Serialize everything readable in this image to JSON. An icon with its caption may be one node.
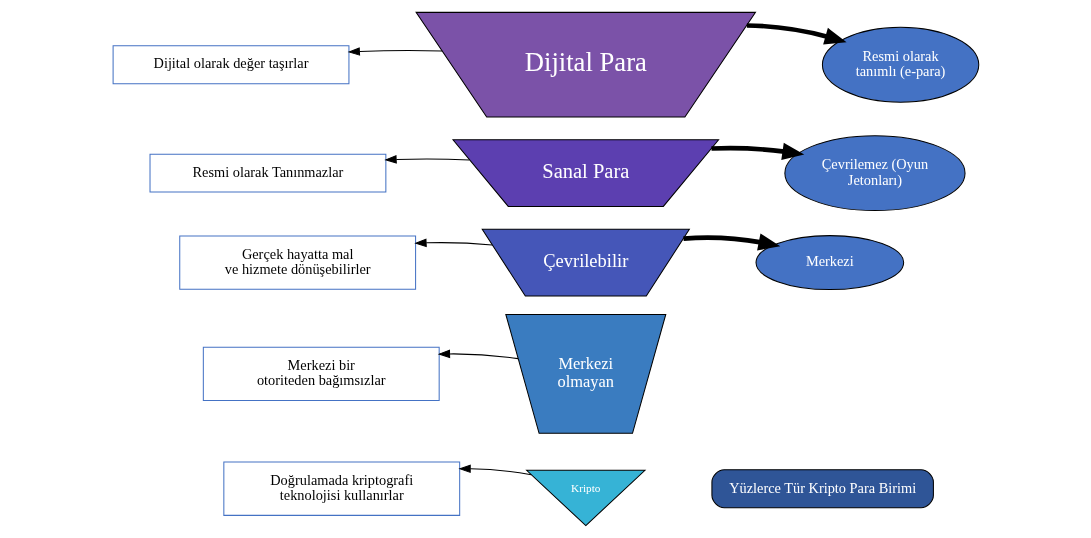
{
  "diagram": {
    "nodes": [
      {
        "text": [
          "Dijital Para"
        ]
      },
      {
        "text": [
          "Sanal Para"
        ]
      },
      {
        "text": [
          "Çevrilebilir"
        ]
      },
      {
        "text": [
          "Merkezi olmayan"
        ]
      },
      {
        "text": [
          "Kripto"
        ]
      },
      {
        "text": [
          "Dijital olarak değer taşırlar"
        ]
      },
      {
        "text": [
          "Resmi olarak Tanınmazlar"
        ]
      },
      {
        "text": [
          "Gerçek hayatta mal ve hizmete dönüşebilirler"
        ]
      },
      {
        "text": [
          "Merkezi bir otoriteden bağımsızlar"
        ]
      },
      {
        "text": [
          "Doğrulamada kriptografi teknolojisi kullanırlar"
        ]
      },
      {
        "text": [
          "Resmi olarak tanımlı (e-para)"
        ]
      },
      {
        "text": [
          "Çevrilemez (Oyun Jetonları)"
        ]
      },
      {
        "text": [
          "Merkezi"
        ]
      },
      {
        "text": [
          "Yüzlerce Tür Kripto Para Birimi"
        ]
      }
    ],
    "edges": [
      {
        "from": 0,
        "to": 5,
        "arrow": "to"
      },
      {
        "from": 1,
        "to": 6,
        "arrow": "to"
      },
      {
        "from": 2,
        "to": 7,
        "arrow": "to"
      },
      {
        "from": 3,
        "to": 8,
        "arrow": "to"
      },
      {
        "from": 4,
        "to": 9,
        "arrow": "to"
      },
      {
        "from": 0,
        "to": 10,
        "arrow": "to",
        "style": "thick"
      },
      {
        "from": 1,
        "to": 11,
        "arrow": "to",
        "style": "thick"
      },
      {
        "from": 2,
        "to": 12,
        "arrow": "to",
        "style": "thick"
      }
    ]
  }
}
